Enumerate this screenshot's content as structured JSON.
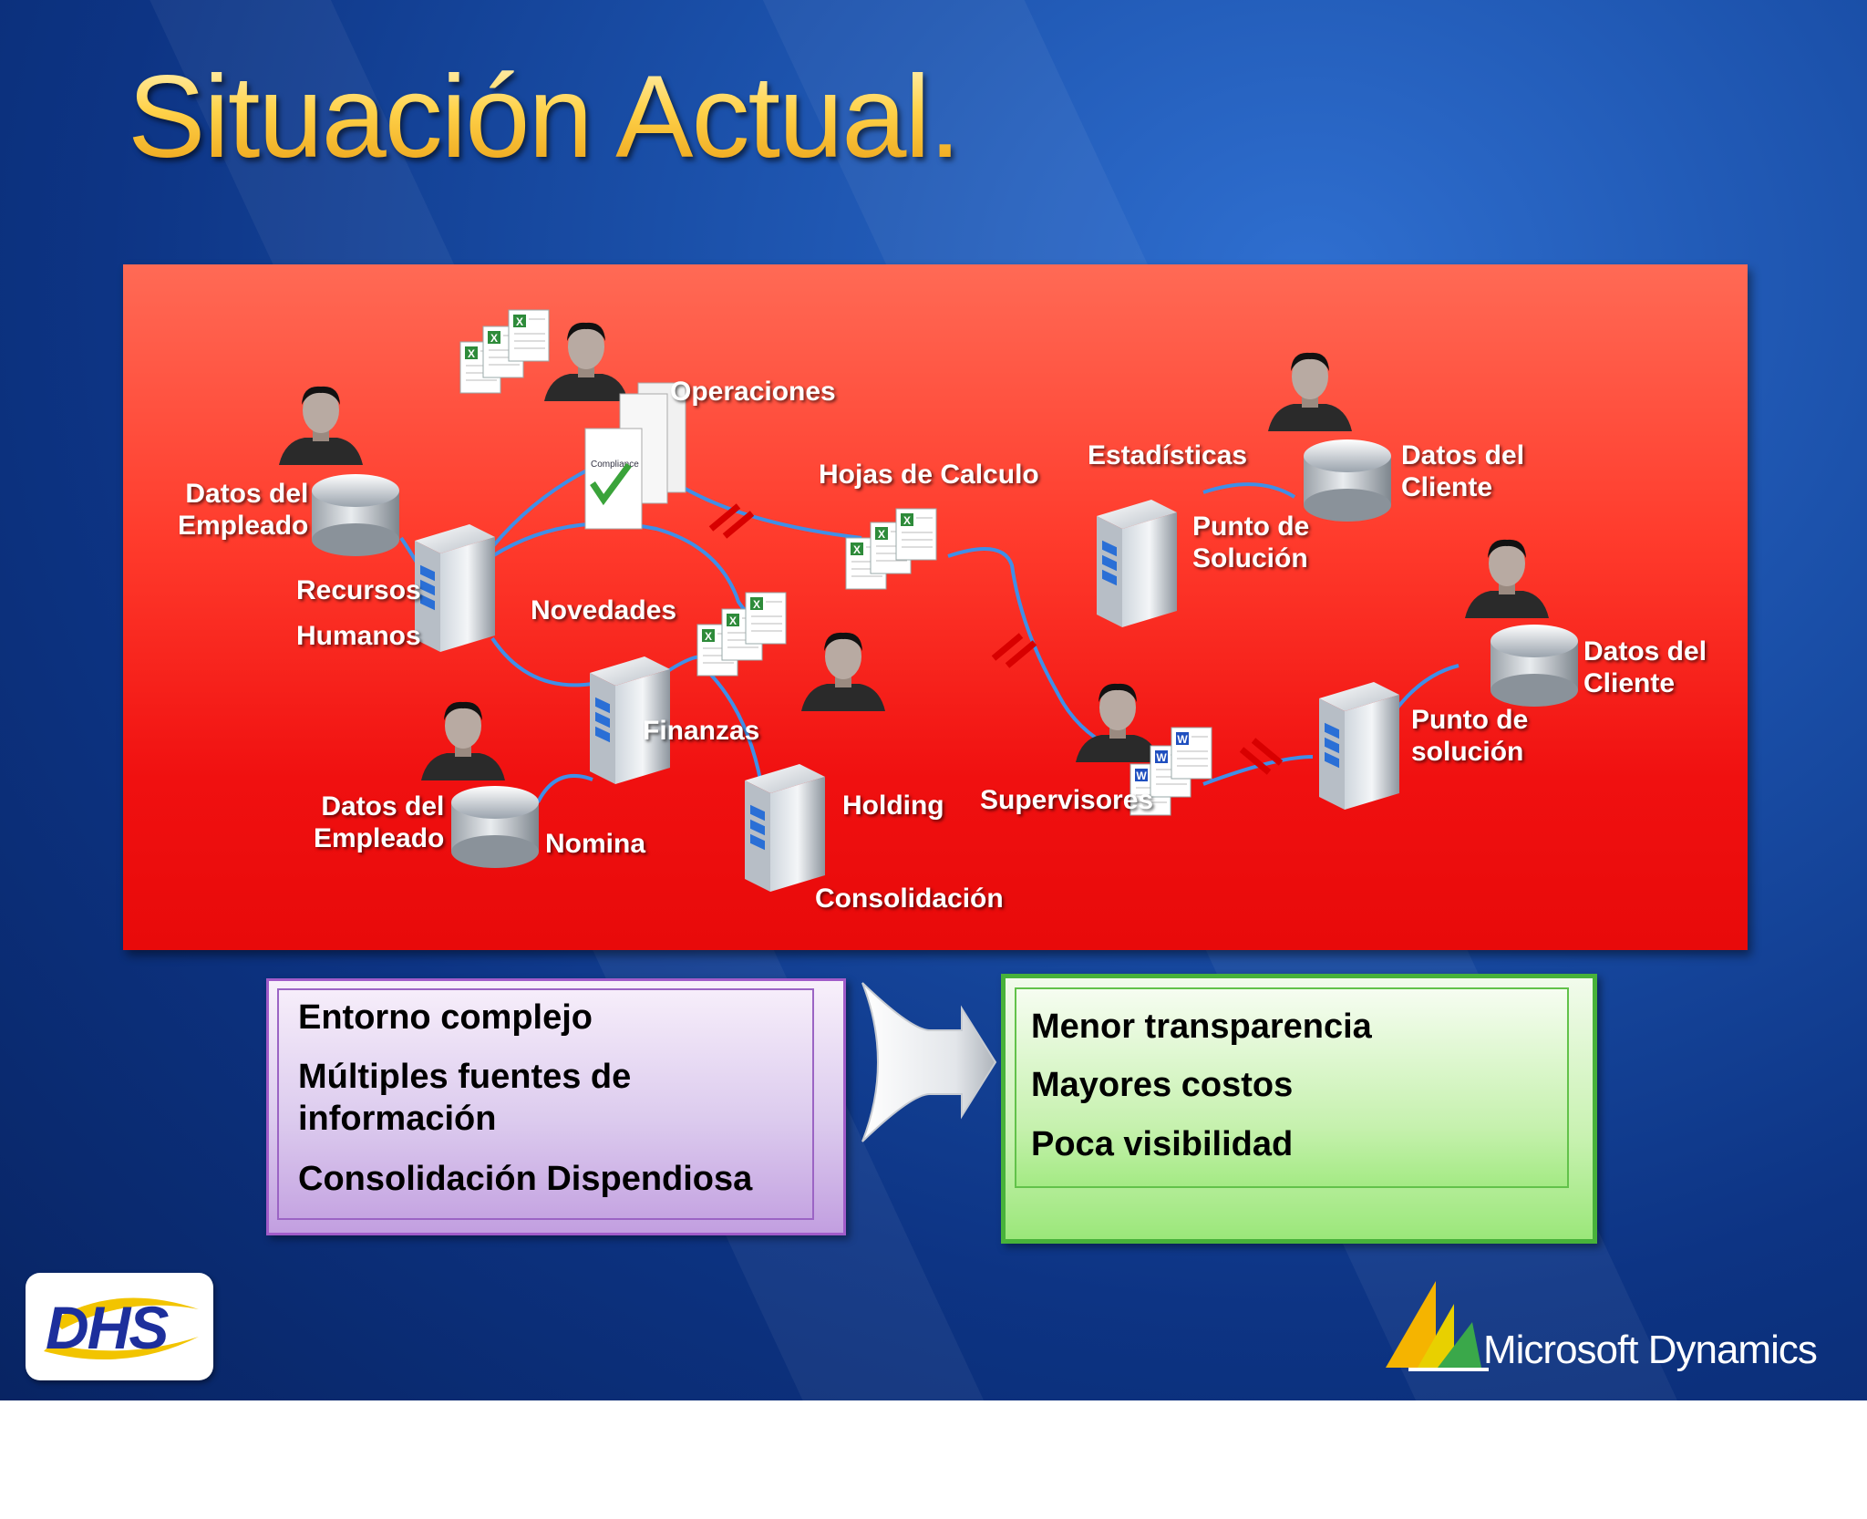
{
  "slide": {
    "title": "Situación Actual."
  },
  "diagram": {
    "labels": {
      "datos_empleado_1": "Datos del\nEmpleado",
      "recursos": "Recursos",
      "humanos": "Humanos",
      "operaciones": "Operaciones",
      "novedades": "Novedades",
      "hojas_calculo": "Hojas de Calculo",
      "finanzas": "Finanzas",
      "datos_empleado_2": "Datos del\nEmpleado",
      "nomina": "Nomina",
      "holding": "Holding",
      "consolidacion": "Consolidación",
      "supervisores": "Supervisores",
      "estadisticas": "Estadísticas",
      "punto_solucion_1": "Punto de\nSolución",
      "datos_cliente_1": "Datos del\nCliente",
      "datos_cliente_2": "Datos del\nCliente",
      "punto_solucion_2": "Punto de\nsolución",
      "compliance_doc": "Compliance"
    },
    "colors": {
      "panel": "#f01010",
      "connector": "#3f8fe8",
      "break_mark": "#d80000"
    }
  },
  "causes": {
    "items": [
      "Entorno complejo",
      "Múltiples fuentes de\ninformación",
      "Consolidación Dispendiosa"
    ]
  },
  "effects": {
    "items": [
      "Menor transparencia",
      "Mayores costos",
      "Poca visibilidad"
    ]
  },
  "footer": {
    "left_logo": "DHS",
    "right_logo": "Microsoft Dynamics"
  }
}
